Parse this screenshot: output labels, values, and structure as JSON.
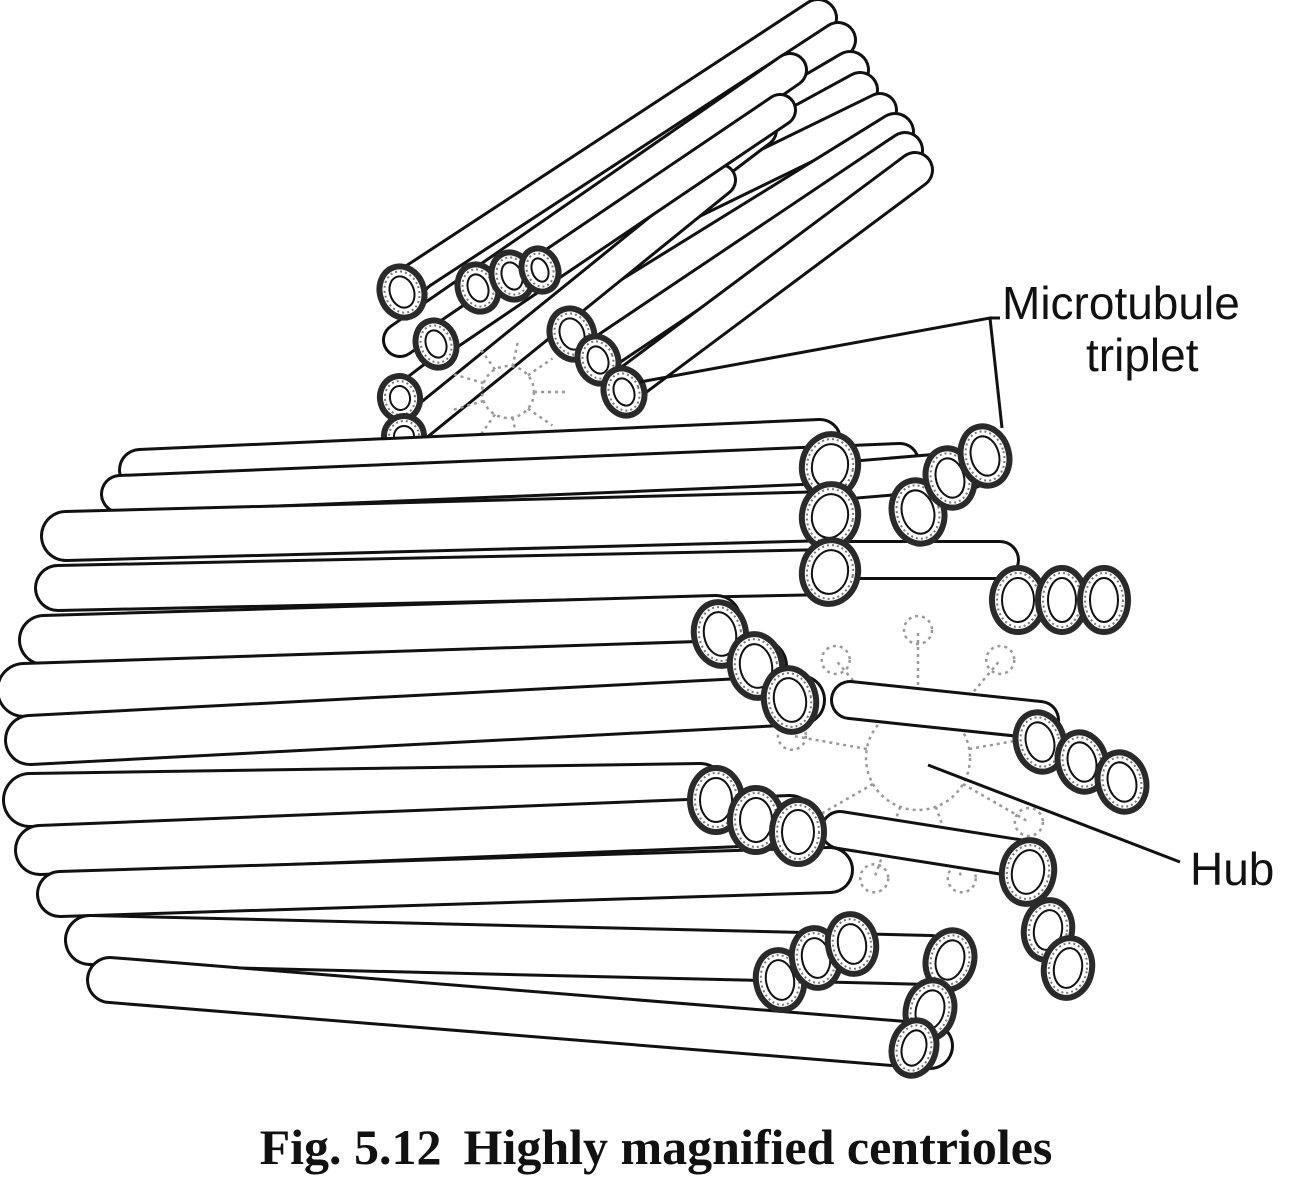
{
  "labels": {
    "microtubule_line1": "Microtubule",
    "microtubule_line2": "triplet",
    "hub": "Hub"
  },
  "caption": {
    "figure_number": "Fig. 5.12",
    "text": "Highly magnified centrioles"
  },
  "colors": {
    "ink": "#111111",
    "tube_fill": "#ffffff",
    "ring": "#2a2a2a",
    "dotted": "#9a9a9a"
  }
}
